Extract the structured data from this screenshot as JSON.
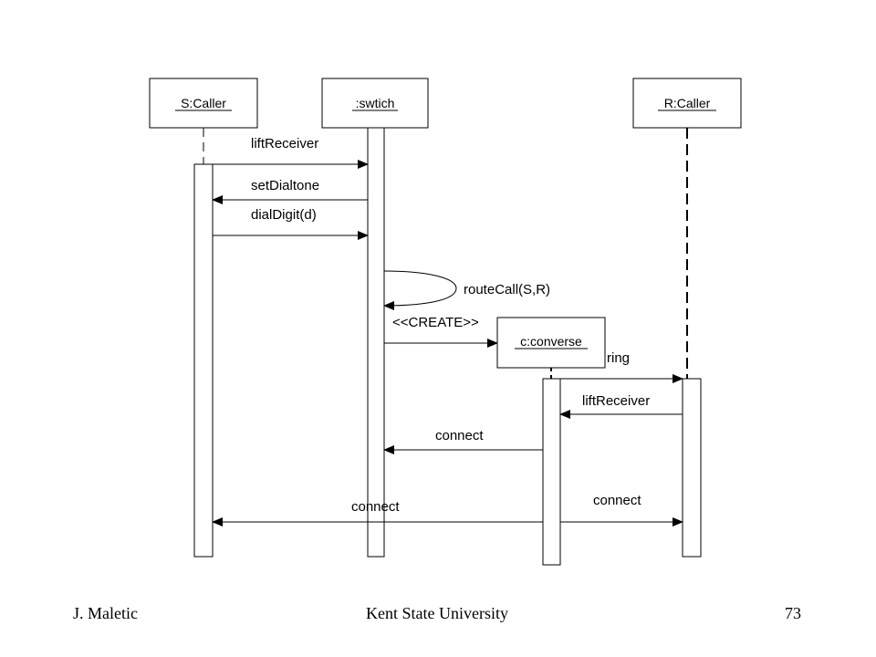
{
  "diagram": {
    "objects": [
      {
        "id": "s_caller",
        "label": "S:Caller"
      },
      {
        "id": "switch",
        "label": ":swtich"
      },
      {
        "id": "r_caller",
        "label": "R:Caller"
      },
      {
        "id": "converse",
        "label": "c:converse"
      }
    ],
    "messages": [
      {
        "id": "lift_receiver_1",
        "label": "liftReceiver",
        "from": "S:Caller",
        "to": ":swtich"
      },
      {
        "id": "set_dialtone",
        "label": "setDialtone",
        "from": ":swtich",
        "to": "S:Caller"
      },
      {
        "id": "dial_digit",
        "label": "dialDigit(d)",
        "from": "S:Caller",
        "to": ":swtich"
      },
      {
        "id": "route_call",
        "label": "routeCall(S,R)",
        "from": ":swtich",
        "to": ":swtich"
      },
      {
        "id": "create",
        "label": "<<CREATE>>",
        "from": ":swtich",
        "to": "c:converse"
      },
      {
        "id": "ring",
        "label": "ring",
        "from": "c:converse",
        "to": "R:Caller"
      },
      {
        "id": "lift_receiver_2",
        "label": "liftReceiver",
        "from": "R:Caller",
        "to": "c:converse"
      },
      {
        "id": "connect_1",
        "label": "connect",
        "from": "c:converse",
        "to": ":swtich"
      },
      {
        "id": "connect_2",
        "label": "connect",
        "from": "c:converse",
        "to": "S:Caller"
      },
      {
        "id": "connect_3",
        "label": "connect",
        "from": "c:converse",
        "to": "R:Caller"
      }
    ]
  },
  "footer": {
    "author": "J. Maletic",
    "institution": "Kent State University",
    "page_number": "73"
  }
}
